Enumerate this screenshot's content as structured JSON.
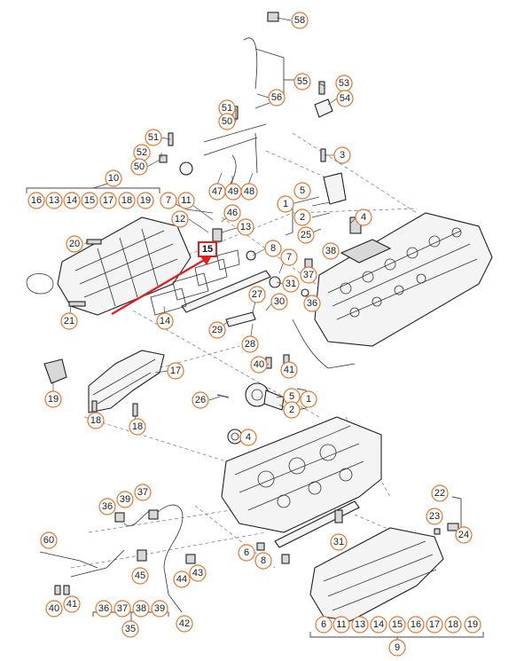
{
  "diagram": {
    "accent_color": "#e8742a",
    "highlight_color": "#e21b1b",
    "highlighted_part": "15",
    "callouts": [
      {
        "id": "c58",
        "label": "58"
      },
      {
        "id": "c55",
        "label": "55"
      },
      {
        "id": "c53",
        "label": "53"
      },
      {
        "id": "c54",
        "label": "54"
      },
      {
        "id": "c56",
        "label": "56"
      },
      {
        "id": "c51a",
        "label": "51"
      },
      {
        "id": "c50a",
        "label": "50"
      },
      {
        "id": "c51b",
        "label": "51"
      },
      {
        "id": "c52",
        "label": "52"
      },
      {
        "id": "c50b",
        "label": "50"
      },
      {
        "id": "c3",
        "label": "3"
      },
      {
        "id": "c47",
        "label": "47"
      },
      {
        "id": "c49",
        "label": "49"
      },
      {
        "id": "c48",
        "label": "48"
      },
      {
        "id": "c10",
        "label": "10"
      },
      {
        "id": "c16a",
        "label": "16"
      },
      {
        "id": "c13a",
        "label": "13"
      },
      {
        "id": "c14a",
        "label": "14"
      },
      {
        "id": "c15a",
        "label": "15"
      },
      {
        "id": "c17a",
        "label": "17"
      },
      {
        "id": "c18a",
        "label": "18"
      },
      {
        "id": "c19a",
        "label": "19"
      },
      {
        "id": "c7",
        "label": "7"
      },
      {
        "id": "c11a",
        "label": "11"
      },
      {
        "id": "c46",
        "label": "46"
      },
      {
        "id": "c5a",
        "label": "5"
      },
      {
        "id": "c1a",
        "label": "1"
      },
      {
        "id": "c2a",
        "label": "2"
      },
      {
        "id": "c4a",
        "label": "4"
      },
      {
        "id": "c25",
        "label": "25"
      },
      {
        "id": "c12",
        "label": "12"
      },
      {
        "id": "c13b",
        "label": "13"
      },
      {
        "id": "c20",
        "label": "20"
      },
      {
        "id": "c8a",
        "label": "8"
      },
      {
        "id": "c7b",
        "label": "7"
      },
      {
        "id": "c38",
        "label": "38"
      },
      {
        "id": "c37a",
        "label": "37"
      },
      {
        "id": "c31a",
        "label": "31"
      },
      {
        "id": "c36a",
        "label": "36"
      },
      {
        "id": "c27",
        "label": "27"
      },
      {
        "id": "c30",
        "label": "30"
      },
      {
        "id": "c21",
        "label": "21"
      },
      {
        "id": "c14b",
        "label": "14"
      },
      {
        "id": "c29",
        "label": "29"
      },
      {
        "id": "c28",
        "label": "28"
      },
      {
        "id": "c40a",
        "label": "40"
      },
      {
        "id": "c41a",
        "label": "41"
      },
      {
        "id": "c17b",
        "label": "17"
      },
      {
        "id": "c19b",
        "label": "19"
      },
      {
        "id": "c5b",
        "label": "5"
      },
      {
        "id": "c1b",
        "label": "1"
      },
      {
        "id": "c2b",
        "label": "2"
      },
      {
        "id": "c26",
        "label": "26"
      },
      {
        "id": "c18b",
        "label": "18"
      },
      {
        "id": "c18c",
        "label": "18"
      },
      {
        "id": "c4b",
        "label": "4"
      },
      {
        "id": "c22",
        "label": "22"
      },
      {
        "id": "c36b",
        "label": "36"
      },
      {
        "id": "c39a",
        "label": "39"
      },
      {
        "id": "c37b",
        "label": "37"
      },
      {
        "id": "c23",
        "label": "23"
      },
      {
        "id": "c24",
        "label": "24"
      },
      {
        "id": "c60",
        "label": "60"
      },
      {
        "id": "c31b",
        "label": "31"
      },
      {
        "id": "c6a",
        "label": "6"
      },
      {
        "id": "c8b",
        "label": "8"
      },
      {
        "id": "c45",
        "label": "45"
      },
      {
        "id": "c43",
        "label": "43"
      },
      {
        "id": "c44",
        "label": "44"
      },
      {
        "id": "c40b",
        "label": "40"
      },
      {
        "id": "c41b",
        "label": "41"
      },
      {
        "id": "c36c",
        "label": "36"
      },
      {
        "id": "c37c",
        "label": "37"
      },
      {
        "id": "c38b",
        "label": "38"
      },
      {
        "id": "c39b",
        "label": "39"
      },
      {
        "id": "c35",
        "label": "35"
      },
      {
        "id": "c42",
        "label": "42"
      },
      {
        "id": "c6b",
        "label": "6"
      },
      {
        "id": "c11b",
        "label": "11"
      },
      {
        "id": "c13c",
        "label": "13"
      },
      {
        "id": "c14c",
        "label": "14"
      },
      {
        "id": "c15b",
        "label": "15"
      },
      {
        "id": "c16b",
        "label": "16"
      },
      {
        "id": "c17c",
        "label": "17"
      },
      {
        "id": "c18d",
        "label": "18"
      },
      {
        "id": "c19c",
        "label": "19"
      },
      {
        "id": "c9",
        "label": "9"
      }
    ]
  }
}
